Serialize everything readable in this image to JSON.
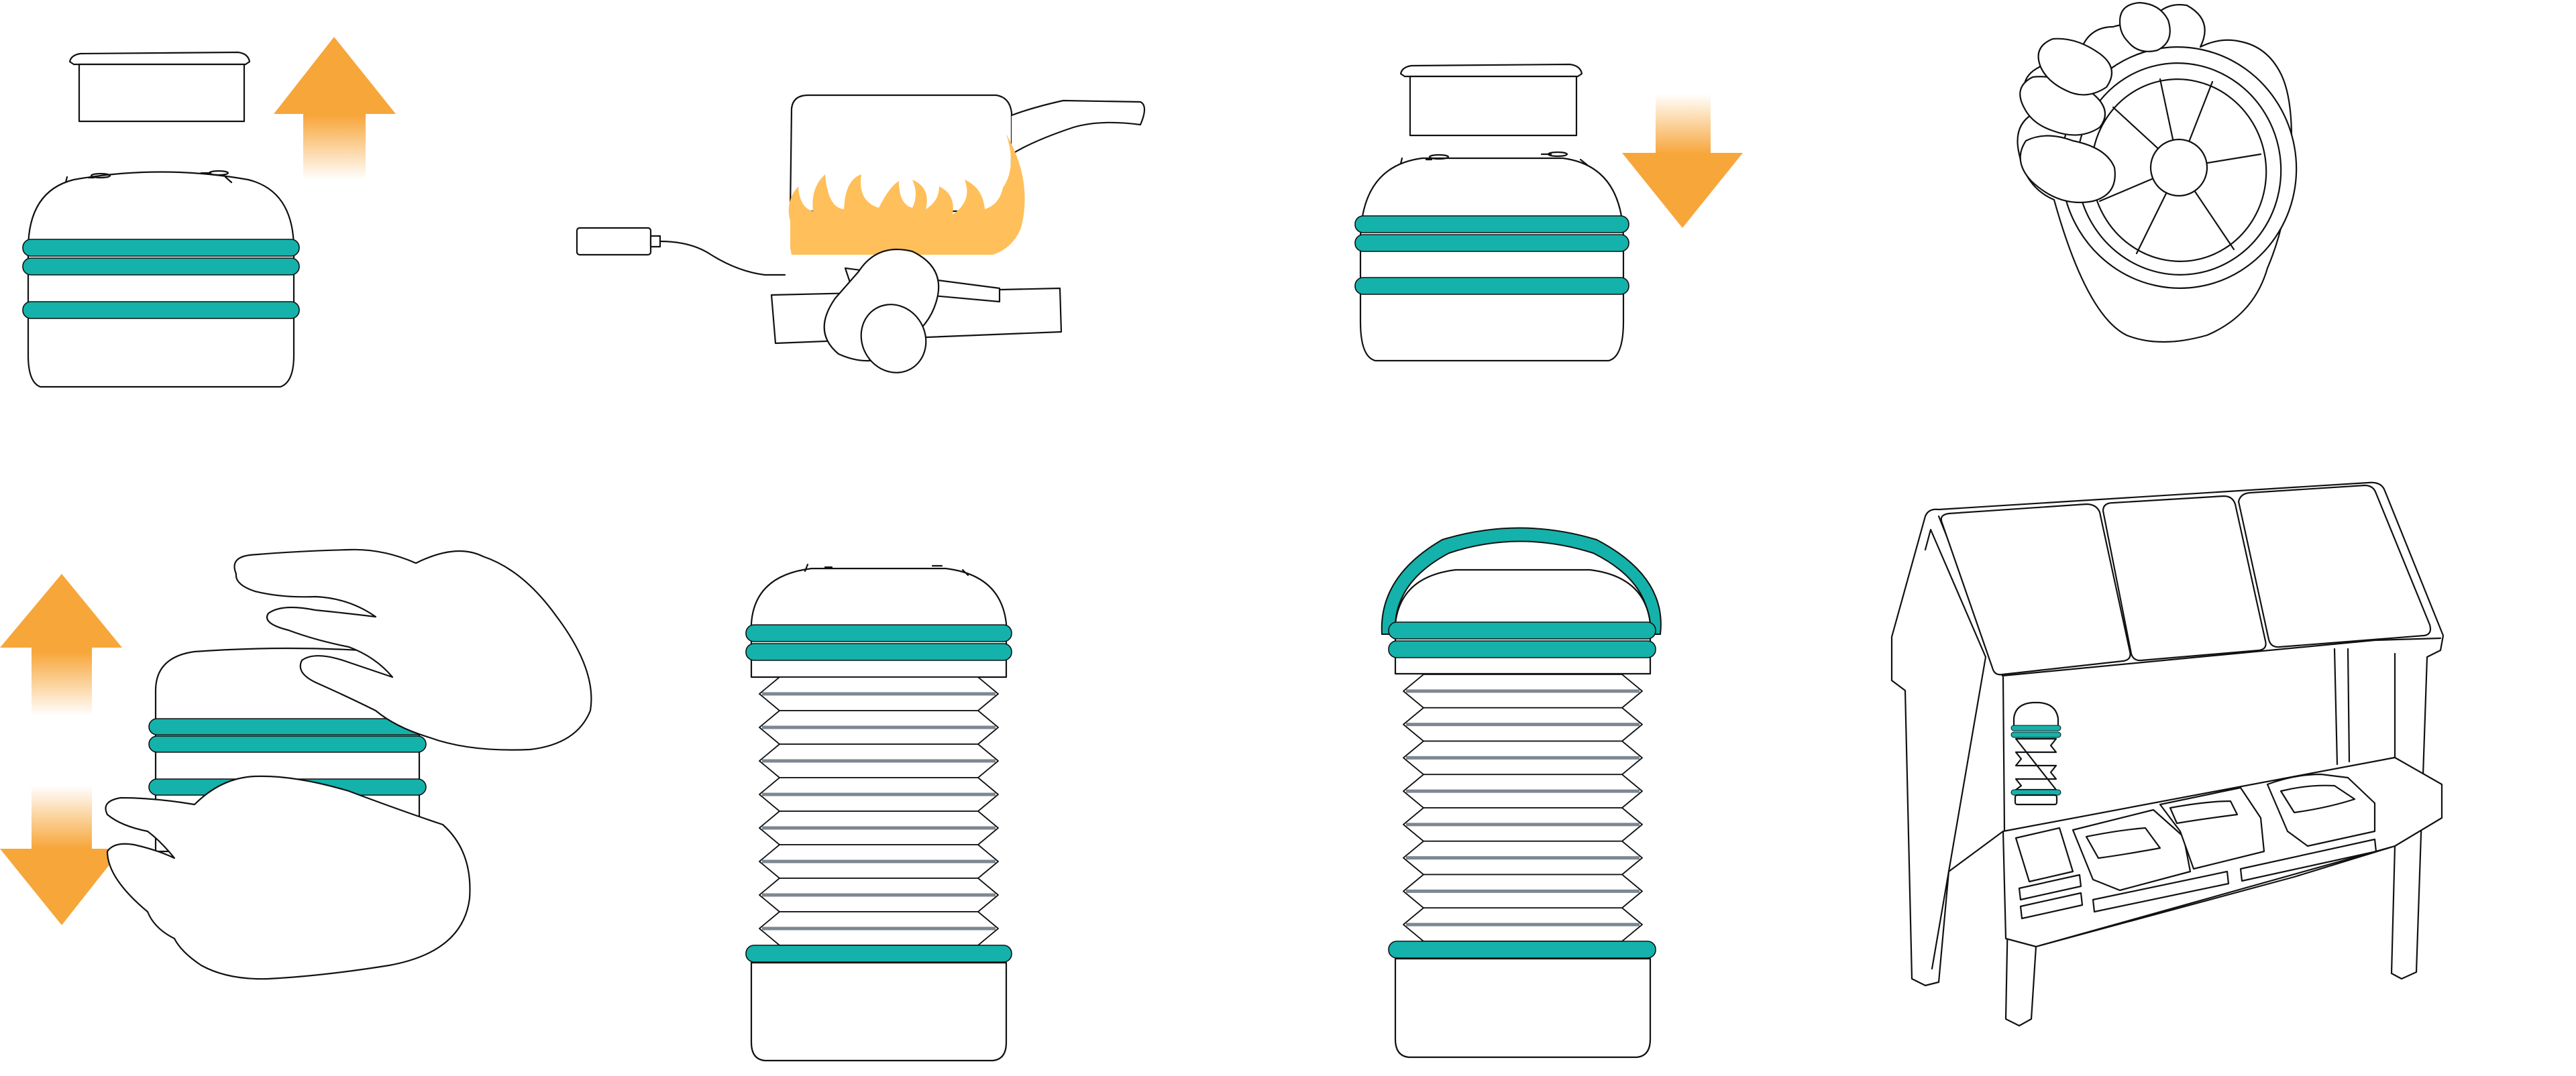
{
  "colors": {
    "accent_teal": "#14b2aa",
    "arrow_orange": "#f7a63a",
    "flame_orange": "#ffbf5a",
    "outline": "#111111",
    "pleat_grey": "#7d8790",
    "background": "#ffffff"
  },
  "steps": [
    {
      "name": "remove-cap",
      "arrow": "up"
    },
    {
      "name": "heat-over-fire"
    },
    {
      "name": "replace-cap",
      "arrow": "down"
    },
    {
      "name": "insert-light-module"
    },
    {
      "name": "extend-lantern",
      "arrow": "up-and-down"
    },
    {
      "name": "extended-lantern"
    },
    {
      "name": "attach-handle"
    },
    {
      "name": "shelter-with-lantern"
    }
  ]
}
